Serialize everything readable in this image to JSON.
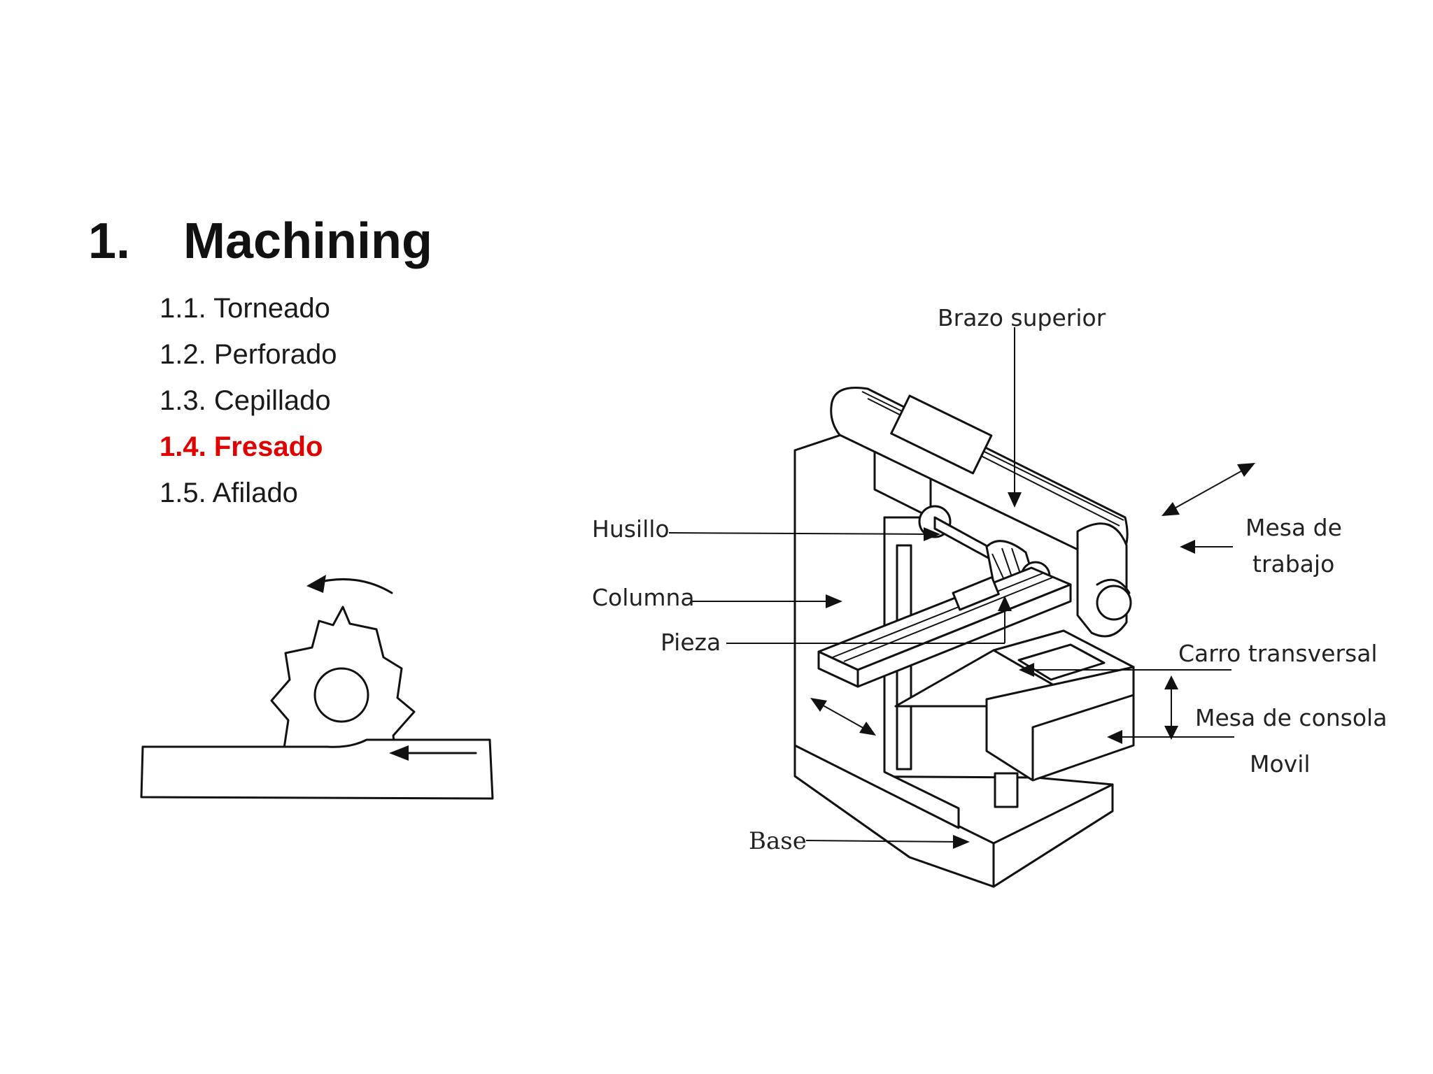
{
  "heading": {
    "number": "1.",
    "title": "Machining"
  },
  "outline": [
    {
      "label": "1.1. Torneado",
      "active": false
    },
    {
      "label": "1.2. Perforado",
      "active": false
    },
    {
      "label": "1.3. Cepillado",
      "active": false
    },
    {
      "label": "1.4. Fresado",
      "active": true
    },
    {
      "label": "1.5. Afilado",
      "active": false
    }
  ],
  "colors": {
    "active": "#e00000",
    "text": "#1a1a1a"
  },
  "diagram": {
    "labels": {
      "brazo_superior": "Brazo superior",
      "husillo": "Husillo",
      "columna": "Columna",
      "pieza": "Pieza",
      "base": "Base",
      "mesa_de_trabajo_1": "Mesa de",
      "mesa_de_trabajo_2": "trabajo",
      "carro_transversal": "Carro transversal",
      "mesa_de_consola": "Mesa de consola",
      "movil": "Movil"
    }
  }
}
